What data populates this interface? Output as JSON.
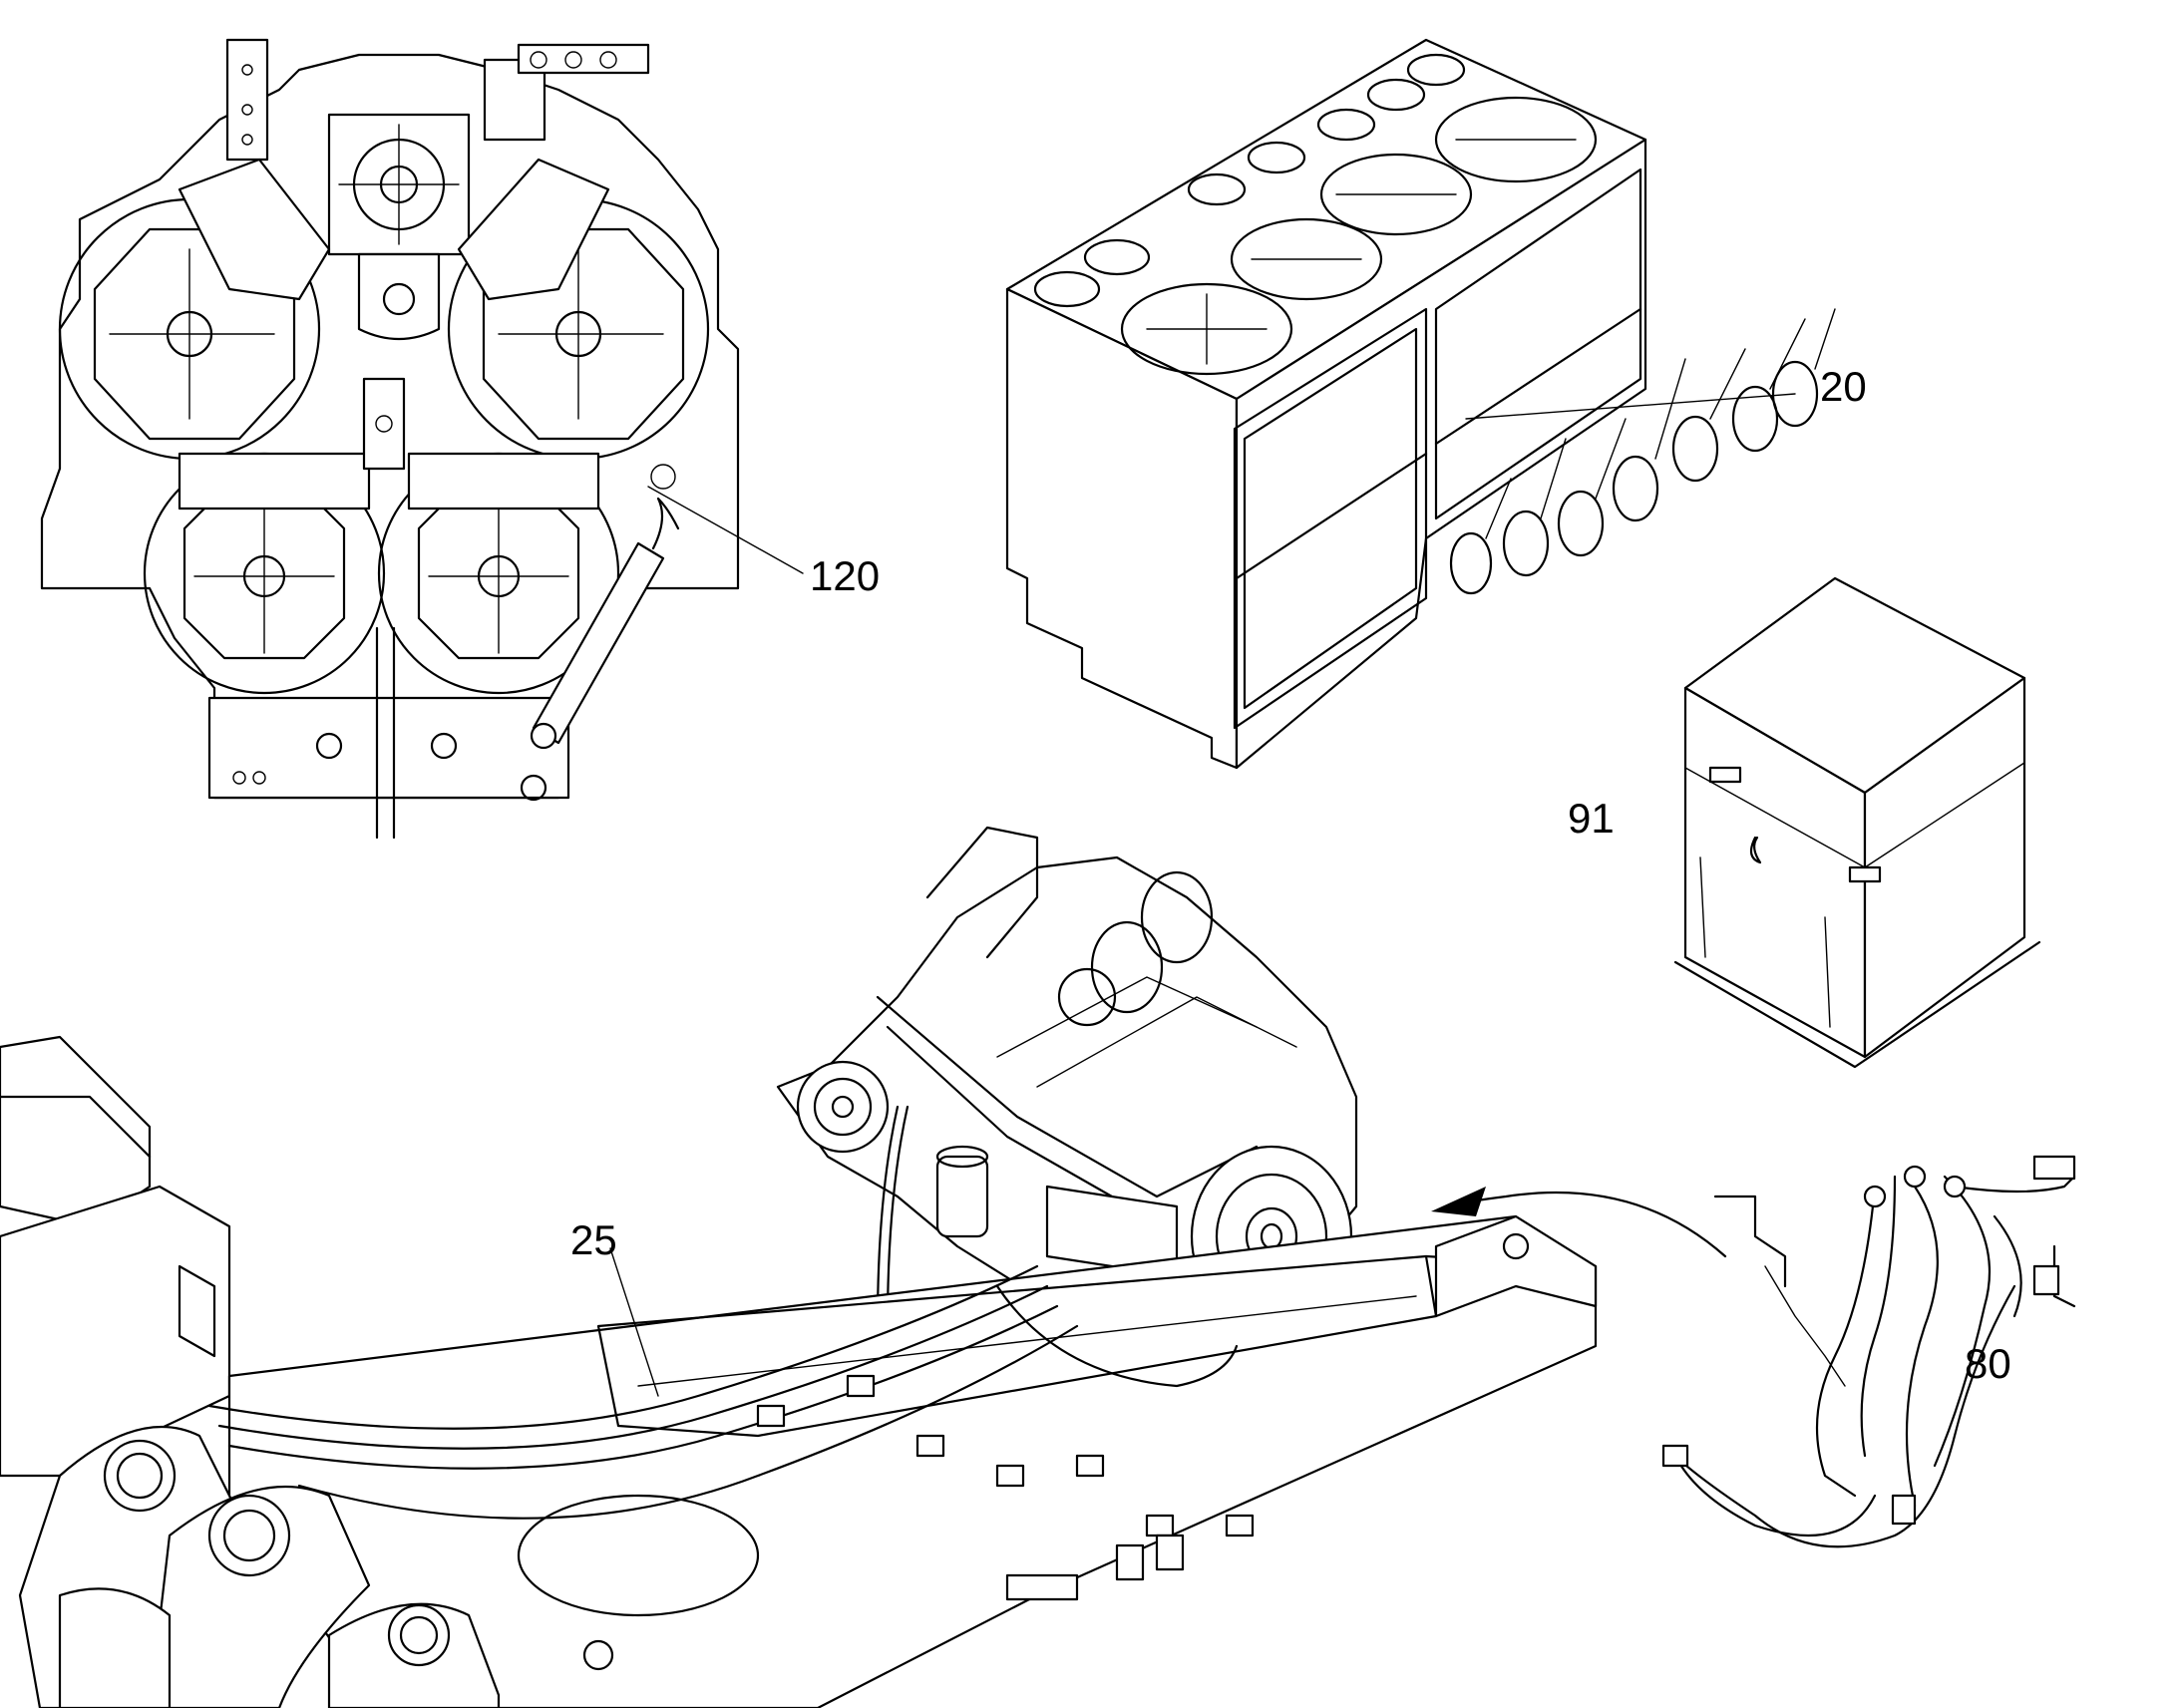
{
  "callouts": [
    {
      "id": "120",
      "text": "120"
    },
    {
      "id": "20",
      "text": "20"
    },
    {
      "id": "91",
      "text": "91"
    },
    {
      "id": "25",
      "text": "25"
    },
    {
      "id": "80",
      "text": "80"
    }
  ],
  "colors": {
    "line": "#000000",
    "background": "#ffffff"
  }
}
